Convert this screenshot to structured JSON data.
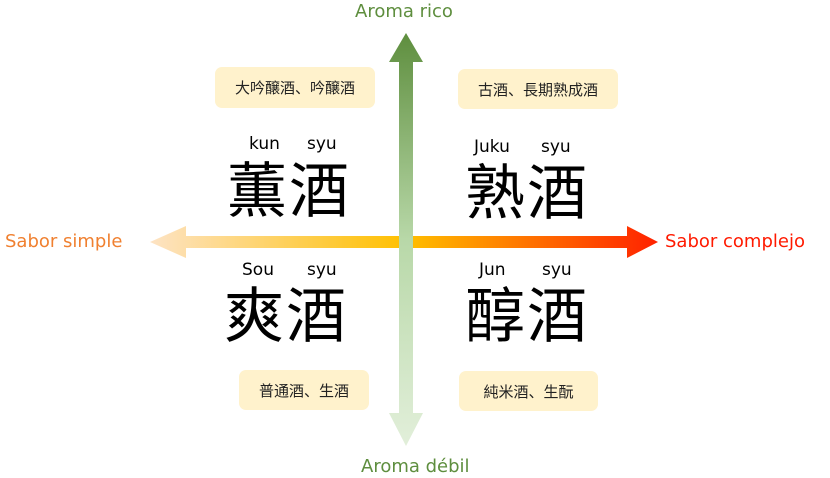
{
  "axes": {
    "top": "Aroma rico",
    "bottom": "Aroma débil",
    "left": "Sabor simple",
    "right": "Sabor complejo"
  },
  "colors": {
    "top_arrow": "#6a9a4a",
    "bottom_arrow": "#d9ead0",
    "left_arrow": "#fbd9b0",
    "center_arrow": "#ffc000",
    "right_arrow": "#ff2000",
    "box": "#fff2cc",
    "left_label": "#f08030",
    "right_label": "#ff1a00"
  },
  "quadrants": {
    "top_left": {
      "romaji": [
        "kun",
        "syu"
      ],
      "kanji": "薫酒",
      "examples": "大吟醸酒、吟醸酒"
    },
    "top_right": {
      "romaji": [
        "Juku",
        "syu"
      ],
      "kanji": "熟酒",
      "examples": "古酒、長期熟成酒"
    },
    "bottom_left": {
      "romaji": [
        "Sou",
        "syu"
      ],
      "kanji": "爽酒",
      "examples": "普通酒、生酒"
    },
    "bottom_right": {
      "romaji": [
        "Jun",
        "syu"
      ],
      "kanji": "醇酒",
      "examples": "純米酒、生酛"
    }
  }
}
